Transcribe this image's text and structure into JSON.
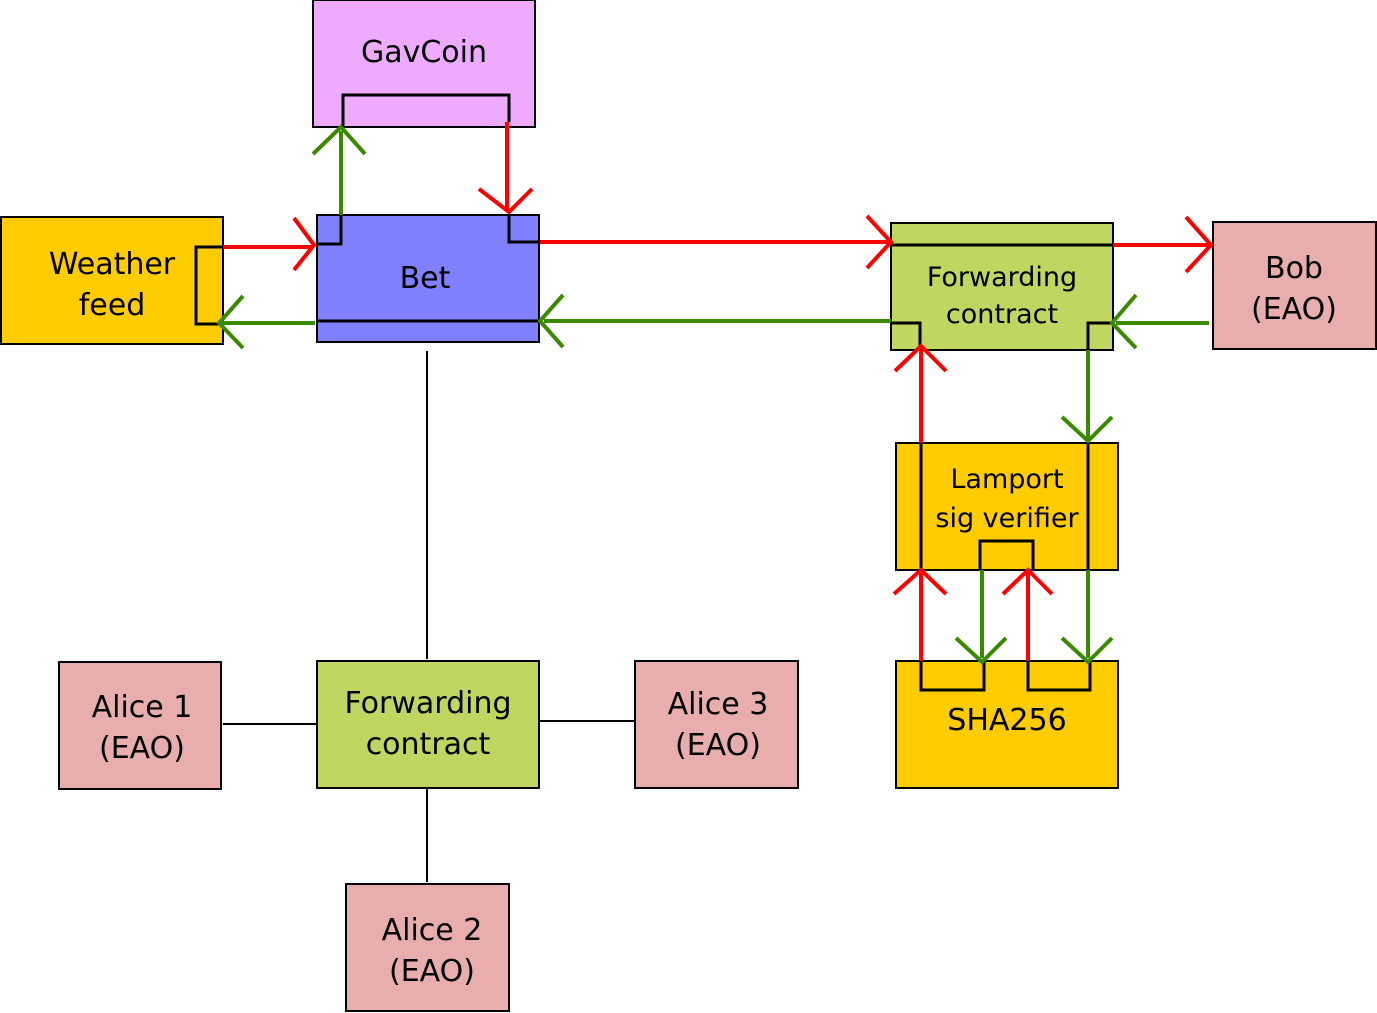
{
  "colors": {
    "gavcoin": "#eeaaff",
    "bet": "#8080ff",
    "weather": "#ffcc00",
    "forwarding": "#bfd660",
    "eao": "#e8aeae",
    "lamport": "#ffcc00",
    "sha": "#ffcc00",
    "call_arrow": "#ff0000",
    "return_arrow": "#3a8a00"
  },
  "nodes": {
    "gavcoin": {
      "line1": "GavCoin"
    },
    "bet": {
      "line1": "Bet"
    },
    "weather_feed": {
      "line1": "Weather",
      "line2": "feed"
    },
    "forwarding_top": {
      "line1": "Forwarding",
      "line2": "contract"
    },
    "bob": {
      "line1": "Bob",
      "line2": "(EAO)"
    },
    "lamport": {
      "line1": "Lamport",
      "line2": "sig verifier"
    },
    "sha256": {
      "line1": "SHA256"
    },
    "forwarding_bottom": {
      "line1": "Forwarding",
      "line2": "contract"
    },
    "alice1": {
      "line1": "Alice 1",
      "line2": "(EAO)"
    },
    "alice2": {
      "line1": "Alice 2",
      "line2": "(EAO)"
    },
    "alice3": {
      "line1": "Alice 3",
      "line2": "(EAO)"
    }
  }
}
